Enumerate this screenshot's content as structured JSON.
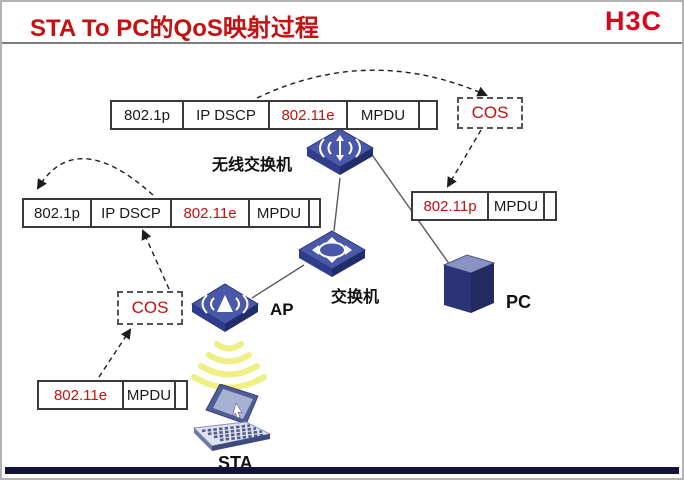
{
  "colors": {
    "accent_red": "#c41111",
    "logo_red": "#e3001b",
    "bar": "#13133a",
    "node_blue": "#4a58aa",
    "dashed_line": "#222222",
    "solid_line": "#5a5a5a",
    "wave_yellow": "#efef7e"
  },
  "header": {
    "title": "STA To PC的QoS映射过程",
    "logo_text": "H3C"
  },
  "frames": {
    "uplink_wired": {
      "cells": [
        "802.1p",
        "IP DSCP",
        "802.11e",
        "MPDU"
      ]
    },
    "uplink_wireless": {
      "cells": [
        "802.1p",
        "IP DSCP",
        "802.11e",
        "MPDU"
      ]
    },
    "pc_frame": {
      "cells": [
        "802.11p",
        "MPDU"
      ]
    },
    "sta_frame": {
      "cells": [
        "802.11e",
        "MPDU"
      ]
    }
  },
  "badges": {
    "cos_top": "COS",
    "cos_bottom": "COS"
  },
  "nodes": {
    "wireless_switch_label": "无线交换机",
    "switch_label": "交换机",
    "ap_label": "AP",
    "pc_label": "PC",
    "sta_label": "STA"
  }
}
